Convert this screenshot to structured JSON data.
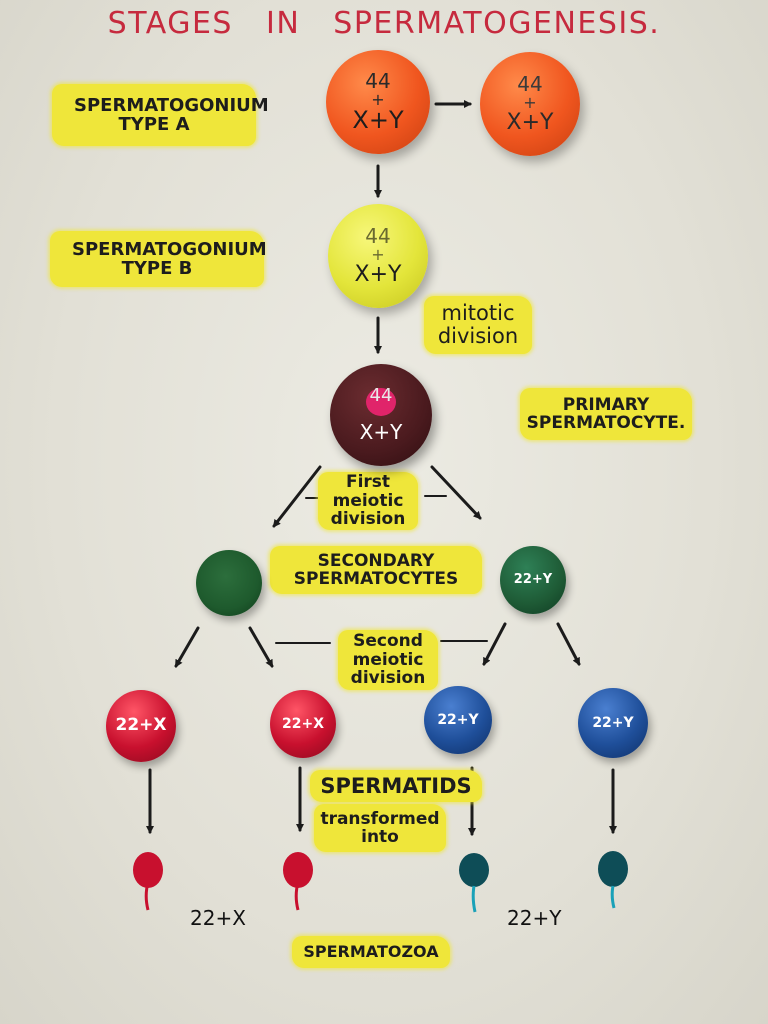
{
  "title": "STAGES IN SPERMATOGENESIS.",
  "labels": {
    "spermatogonium_a": "SPERMATOGONIUM TYPE A",
    "spermatogonium_b": "SPERMATOGONIUM TYPE B",
    "mitotic_division": "mitotic division",
    "primary_spermatocyte": "PRIMARY SPERMATOCYTE.",
    "first_meiotic_division": "First meiotic division",
    "secondary_spermatocytes": "SECONDARY SPERMATOCYTES",
    "second_meiotic_division": "Second meiotic division",
    "spermatids": "SPERMATIDS",
    "transformed_into": "transformed into",
    "spermatozoa": "SPERMATOZOA"
  },
  "cells": {
    "spermatogonium_a_1": {
      "top": "44",
      "mid": "+",
      "bottom": "X+Y"
    },
    "spermatogonium_a_2": {
      "top": "44",
      "mid": "+",
      "bottom": "X+Y"
    },
    "spermatogonium_b": {
      "top": "44",
      "mid": "+",
      "bottom": "X+Y"
    },
    "primary_spermatocyte": {
      "top": "44",
      "bottom": "X+Y"
    },
    "secondary_right": "22+Y",
    "spermatid_1": "22+X",
    "spermatid_2": "22+X",
    "spermatid_3": "22+Y",
    "spermatid_4": "22+Y"
  },
  "spermatozoa_labels": {
    "left": "22+X",
    "right": "22+Y"
  },
  "colors": {
    "title": "#c62a3e",
    "highlight": "#efe63a",
    "type_a_cell": "#f0561f",
    "type_b_cell": "#e3e53a",
    "primary_cell": "#4a1a1e",
    "primary_nucleus": "#e0246a",
    "secondary_cell": "#1e5a35",
    "x_spermatid": "#c8102e",
    "y_spermatid": "#1f4f9a"
  }
}
